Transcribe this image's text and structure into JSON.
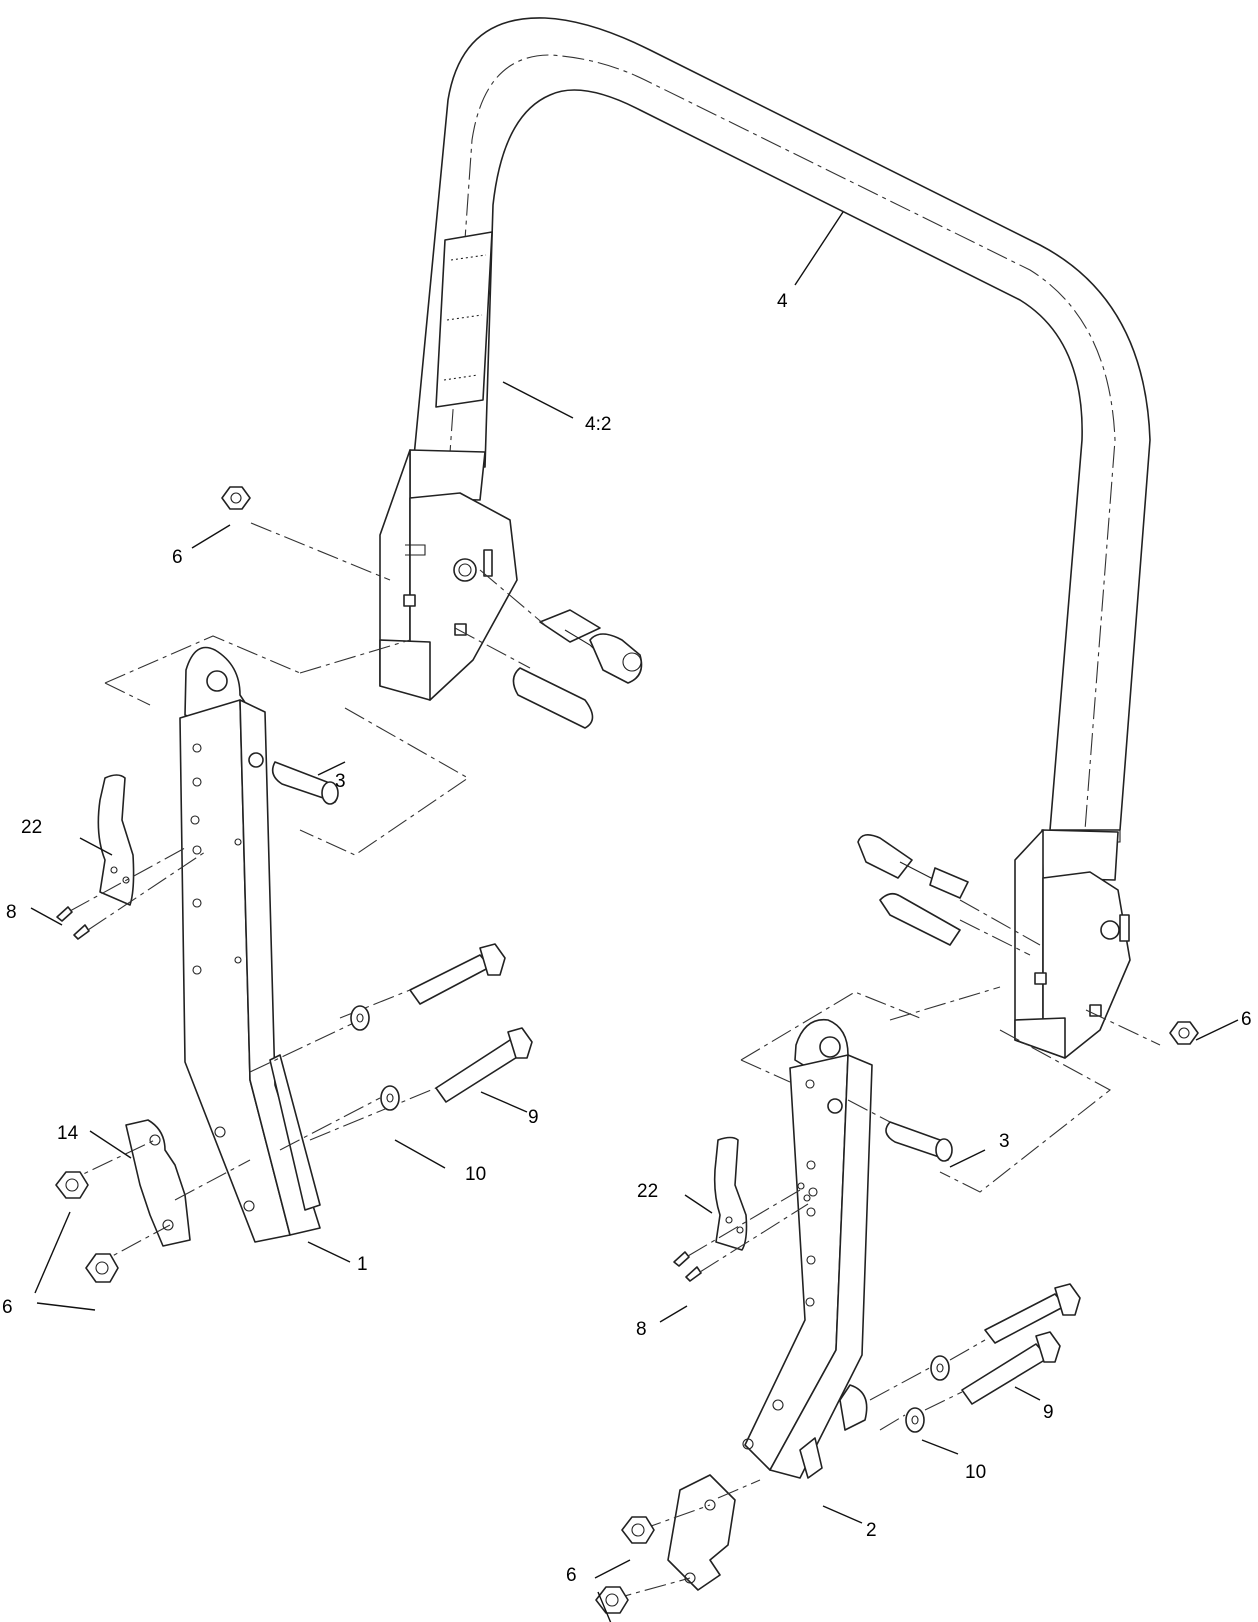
{
  "callouts": {
    "c_4": "4",
    "c_4_2": "4:2",
    "c_6_top": "6",
    "c_3_left": "3",
    "c_22_left": "22",
    "c_8_left": "8",
    "c_9_left": "9",
    "c_14": "14",
    "c_10_left": "10",
    "c_6_left": "6",
    "c_1": "1",
    "c_6_right": "6",
    "c_3_right": "3",
    "c_22_right": "22",
    "c_8_right": "8",
    "c_9_right": "9",
    "c_10_right": "10",
    "c_6_bottom": "6",
    "c_2": "2"
  }
}
